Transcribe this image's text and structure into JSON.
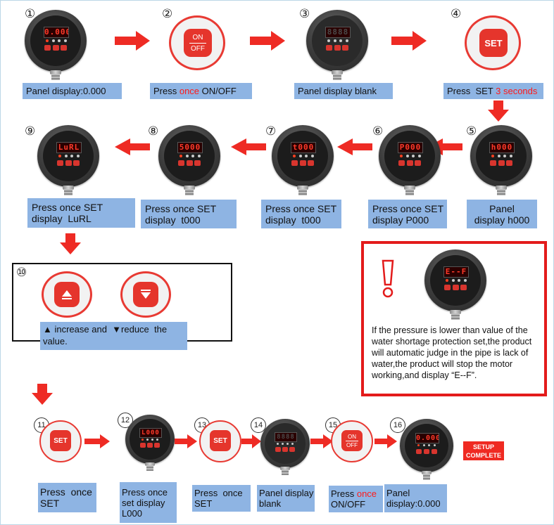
{
  "steps": {
    "s1": {
      "num": "①",
      "display": "0.000",
      "label": "Panel display:0.000"
    },
    "s2": {
      "num": "②",
      "btn_on": "ON",
      "btn_off": "OFF",
      "label_a": "Press ",
      "label_b": "once",
      "label_c": " ON/OFF"
    },
    "s3": {
      "num": "③",
      "display": "8888",
      "label": "Panel display blank"
    },
    "s4": {
      "num": "④",
      "btn": "SET",
      "label_a": "Press  SET ",
      "label_b": "3 seconds"
    },
    "s5": {
      "num": "⑤",
      "display": "h000",
      "label_l1": "Panel",
      "label_l2": "display h000"
    },
    "s6": {
      "num": "⑥",
      "display": "P000",
      "label_l1": "Press once SET",
      "label_l2": "display P000"
    },
    "s7": {
      "num": "⑦",
      "display": "t000",
      "label_l1": "Press once SET",
      "label_l2": "display  t000"
    },
    "s8": {
      "num": "⑧",
      "display": "5000",
      "label_l1": "Press once SET",
      "label_l2": "display  t000"
    },
    "s9": {
      "num": "⑨",
      "display": "LuRL",
      "label_l1": "Press once SET",
      "label_l2": "display  LuRL"
    },
    "s10": {
      "num": "⑩",
      "up_symbol": "▲",
      "down_symbol": "▼",
      "label_a": " increase and  ",
      "label_b": "reduce  the",
      "label_c": "value."
    },
    "s11": {
      "num": "11",
      "btn": "SET",
      "label_l1": "Press  once",
      "label_l2": "SET"
    },
    "s12": {
      "num": "12",
      "display": "L000",
      "label_l1": "Press once",
      "label_l2": "set display",
      "label_l3": "L000"
    },
    "s13": {
      "num": "13",
      "btn": "SET",
      "label_l1": "Press  once",
      "label_l2": "SET"
    },
    "s14": {
      "num": "14",
      "display": "8888",
      "label_l1": "Panel display",
      "label_l2": "blank"
    },
    "s15": {
      "num": "15",
      "btn_on": "ON",
      "btn_off": "OFF",
      "label_a": "Press ",
      "label_b": "once",
      "label_c": "ON/OFF"
    },
    "s16": {
      "num": "16",
      "display": "0.000",
      "label_l1": "Panel",
      "label_l2": "display:0.000"
    }
  },
  "gauge_title": "DIGITAL\nPRESSURE SWITCH",
  "warning": {
    "mark": "!",
    "display": "E--F",
    "text": "If the pressure is lower than value of the water shortage protection set,the product will automatic judge in the pipe is lack of water,the product will stop the motor working,and display “E--F”."
  },
  "setup_complete": {
    "l1": "SETUP",
    "l2": "COMPLETE"
  },
  "colors": {
    "accent_red": "#e83a33",
    "label_blue": "#8eb4e3",
    "warn_red": "#ff1a1a",
    "led_red": "#ff3a2a"
  }
}
